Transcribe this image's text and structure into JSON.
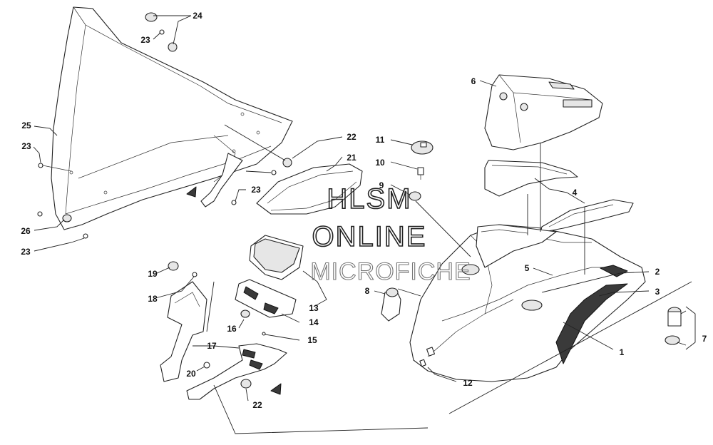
{
  "watermark": {
    "line1": "HLSM",
    "line2": "ONLINE",
    "line3": "MICROFICHE"
  },
  "callouts": [
    {
      "id": "c1",
      "label": "1"
    },
    {
      "id": "c2",
      "label": "2"
    },
    {
      "id": "c3",
      "label": "3"
    },
    {
      "id": "c4",
      "label": "4"
    },
    {
      "id": "c5",
      "label": "5"
    },
    {
      "id": "c6",
      "label": "6"
    },
    {
      "id": "c7",
      "label": "7"
    },
    {
      "id": "c8",
      "label": "8"
    },
    {
      "id": "c9",
      "label": "9"
    },
    {
      "id": "c10",
      "label": "10"
    },
    {
      "id": "c11",
      "label": "11"
    },
    {
      "id": "c12",
      "label": "12"
    },
    {
      "id": "c13",
      "label": "13"
    },
    {
      "id": "c14",
      "label": "14"
    },
    {
      "id": "c15",
      "label": "15"
    },
    {
      "id": "c16",
      "label": "16"
    },
    {
      "id": "c17",
      "label": "17"
    },
    {
      "id": "c18",
      "label": "18"
    },
    {
      "id": "c19",
      "label": "19"
    },
    {
      "id": "c20",
      "label": "20"
    },
    {
      "id": "c21",
      "label": "21"
    },
    {
      "id": "c22a",
      "label": "22"
    },
    {
      "id": "c22b",
      "label": "22"
    },
    {
      "id": "c23a",
      "label": "23"
    },
    {
      "id": "c23b",
      "label": "23"
    },
    {
      "id": "c23c",
      "label": "23"
    },
    {
      "id": "c23d",
      "label": "23"
    },
    {
      "id": "c24",
      "label": "24"
    },
    {
      "id": "c25",
      "label": "25"
    },
    {
      "id": "c26",
      "label": "26"
    }
  ]
}
